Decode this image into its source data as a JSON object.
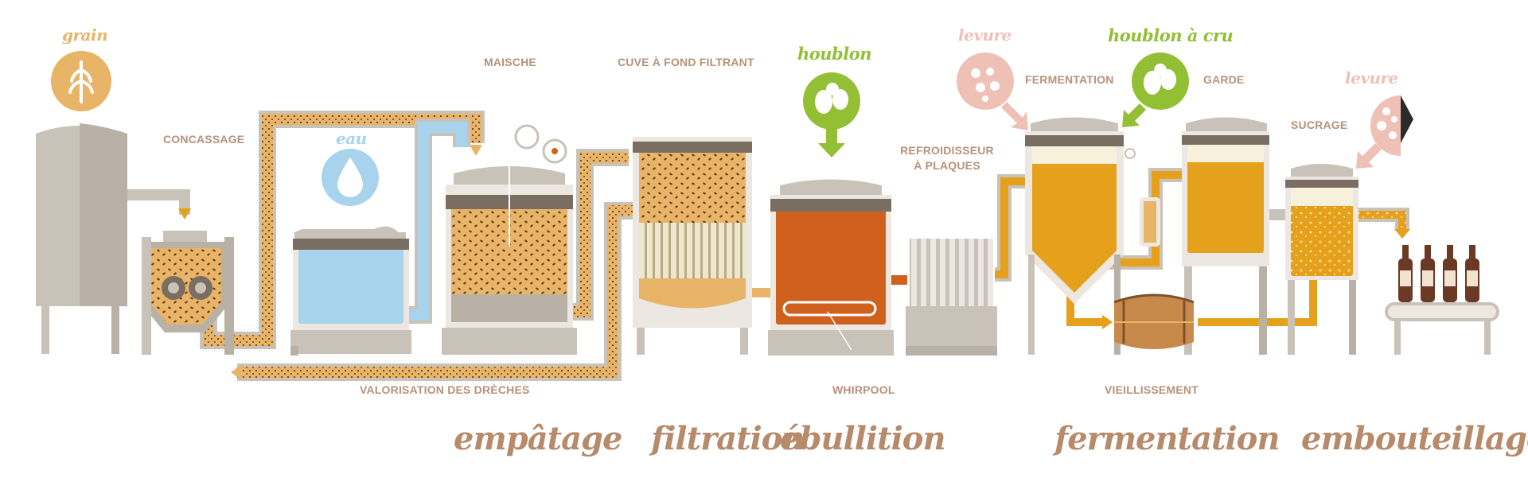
{
  "colors": {
    "beige": "#e8b467",
    "lightblue": "#a8d3ec",
    "orange": "#e6a11c",
    "rust": "#d0601d",
    "hop_green": "#93bf35",
    "yeast_pink": "#efc0b5",
    "grey": "#c9c2b8",
    "grey_dark": "#a9a097",
    "grain_dots": "#6b3f1f",
    "label_brown": "#b7917a",
    "stage_brown": "#b68a6a"
  },
  "inputs": {
    "grain": "grain",
    "eau": "eau",
    "houblon": "houblon",
    "levure_1": "levure",
    "houblon_a_cru": "houblon à cru",
    "levure_2": "levure"
  },
  "equipment_labels": {
    "concassage": "CONCASSAGE",
    "maische": "MAISCHE",
    "cuve": "CUVE À FOND FILTRANT",
    "refroidisseur_line1": "REFROIDISSEUR",
    "refroidisseur_line2": "À PLAQUES",
    "fermentation": "FERMENTATION",
    "garde": "GARDE",
    "sucrage": "SUCRAGE",
    "valorisation": "VALORISATION DES DRÈCHES",
    "whirpool": "WHIRPOOL",
    "vieillissement": "VIEILLISSEMENT"
  },
  "stages": {
    "empatage": "empâtage",
    "filtration": "filtration",
    "ebullition": "ébullition",
    "fermentation": "fermentation",
    "embouteillage": "embouteillage"
  }
}
